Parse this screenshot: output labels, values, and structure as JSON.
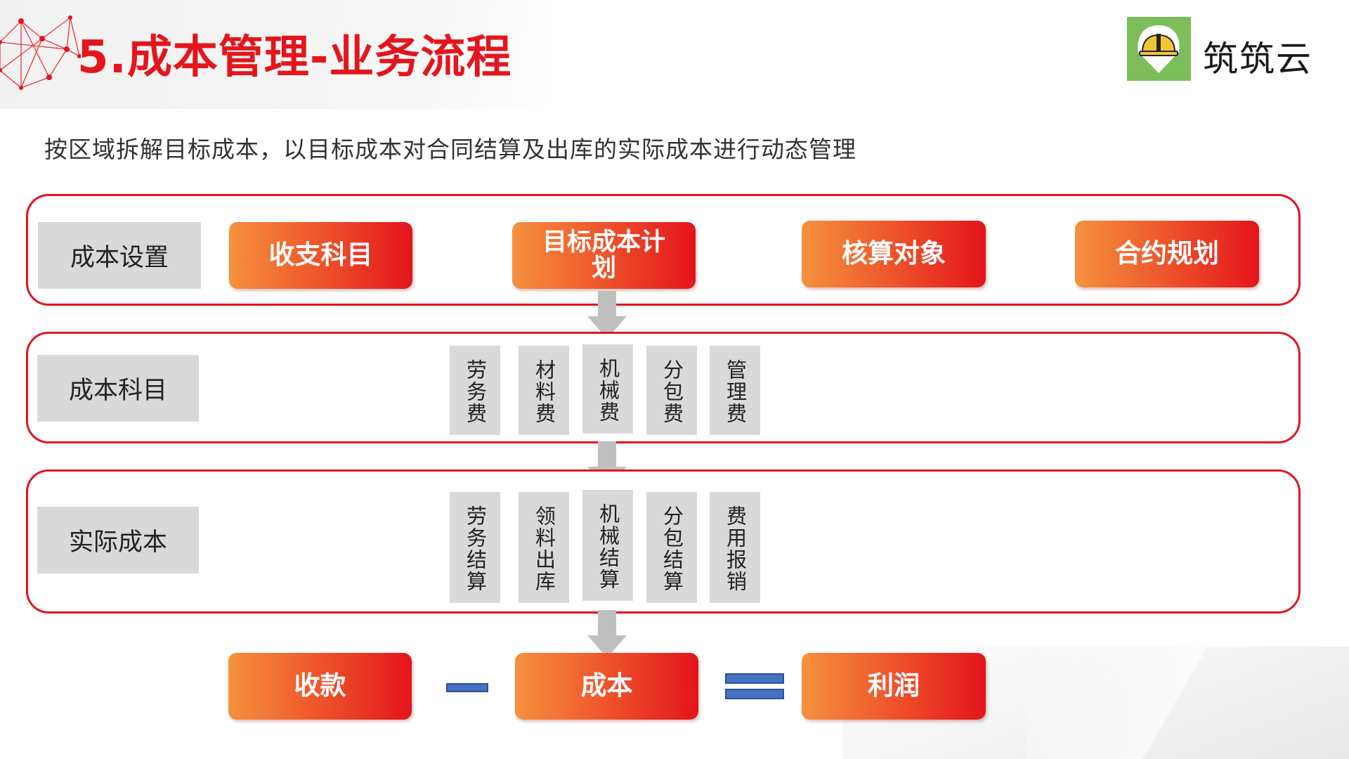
{
  "header": {
    "title": "5.成本管理-业务流程",
    "brand_name": "筑筑云"
  },
  "subtitle": "按区域拆解目标成本，以目标成本对合同结算及出库的实际成本进行动态管理",
  "rows": [
    {
      "label": "成本设置",
      "buttons": [
        "收支科目",
        "目标成本计划",
        "核算对象",
        "合约规划"
      ]
    },
    {
      "label": "成本科目",
      "items": [
        "劳务费",
        "材料费",
        "机械费",
        "分包费",
        "管理费"
      ]
    },
    {
      "label": "实际成本",
      "items": [
        "劳务结算",
        "领料出库",
        "机械结算",
        "分包结算",
        "费用报销"
      ]
    }
  ],
  "equation": {
    "left": "收款",
    "middle": "成本",
    "right": "利润"
  },
  "colors": {
    "accent_red": "#e3141c",
    "gradient_orange": "#f5913e",
    "label_gray": "#d9d9d9",
    "operator_blue": "#4472c4",
    "logo_green": "#7cbf5a"
  },
  "icons": {
    "logo": "hardhat-icon",
    "arrows": "arrow-down-icon"
  }
}
